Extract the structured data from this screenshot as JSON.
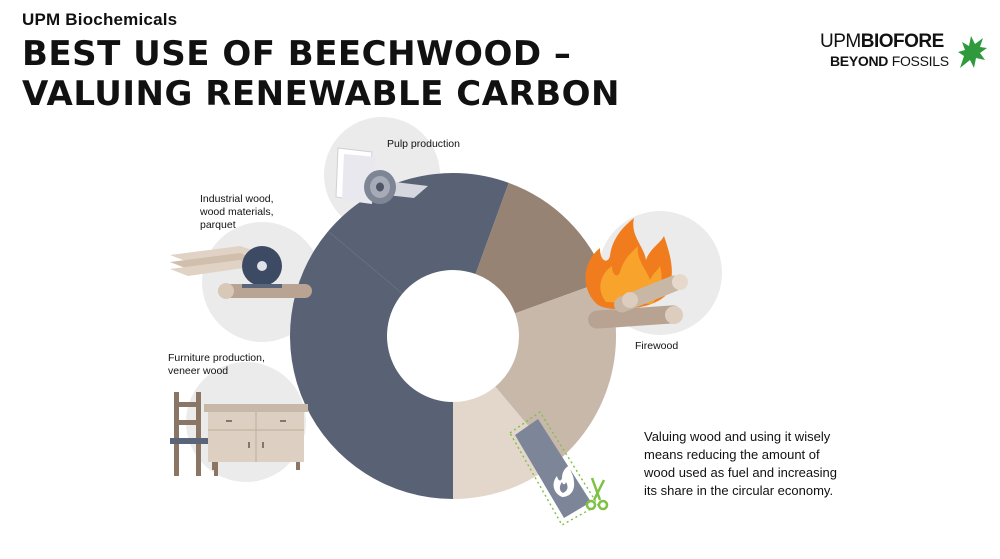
{
  "header": {
    "company": "UPM Biochemicals",
    "title_line1": "BEST USE OF BEECHWOOD –",
    "title_line2": "VALUING RENEWABLE CARBON"
  },
  "logo": {
    "line1_a": "UPM",
    "line1_b": "BIOFORE",
    "line2_a": "BEYOND",
    "line2_b": "FOSSILS",
    "mark_icon": "griffin-icon",
    "brand_color": "#2f9a3d"
  },
  "segments": [
    {
      "label": "Pulp production",
      "icon": "paper-roll-icon",
      "color": "#e3d7cc"
    },
    {
      "label": "Firewood",
      "icon": "fire-logs-icon",
      "color": "#586274"
    },
    {
      "label": "",
      "icon": "",
      "color": "#586274"
    },
    {
      "label": "Furniture production,\nveneer wood",
      "icon": "furniture-icon",
      "color": "#968373"
    },
    {
      "label": "Industrial wood,\nwood materials,\nparquet",
      "icon": "saw-planks-icon",
      "color": "#c7b8aa"
    }
  ],
  "cutout": {
    "icon_flame": "flame-icon",
    "icon_scissors": "scissors-icon",
    "color": "#7c8698",
    "border": "#7dc242"
  },
  "note": "Valuing wood and using it wisely means reducing the amount of wood used as fuel and increasing its share in the circular economy."
}
